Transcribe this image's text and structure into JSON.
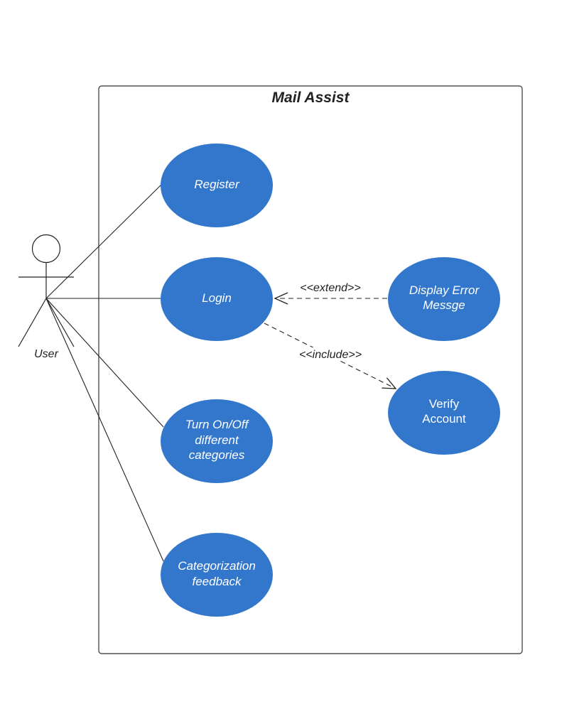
{
  "diagram": {
    "system_title": "Mail Assist",
    "actor": {
      "name": "User"
    },
    "use_cases": {
      "register": {
        "lines": [
          "Register"
        ],
        "italic": true
      },
      "login": {
        "lines": [
          "Login"
        ],
        "italic": true
      },
      "toggle": {
        "lines": [
          "Turn On/Off",
          "different",
          "categories"
        ],
        "italic": true
      },
      "feedback": {
        "lines": [
          "Categorization",
          "feedback"
        ],
        "italic": true
      },
      "error": {
        "lines": [
          "Display Error",
          "Messge"
        ],
        "italic": true
      },
      "verify": {
        "lines": [
          "Verify",
          "Account"
        ],
        "italic": false
      }
    },
    "relations": {
      "extend": "<<extend>>",
      "include": "<<include>>"
    },
    "colors": {
      "use_case_fill": "#3377cc",
      "line": "#222222"
    }
  }
}
